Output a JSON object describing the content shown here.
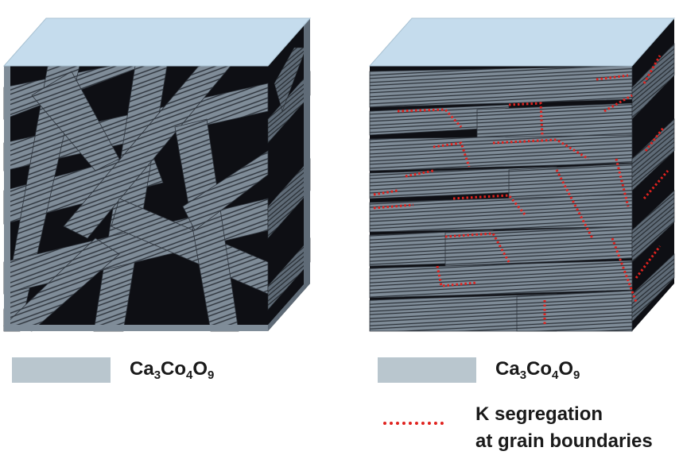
{
  "colors": {
    "top_face": "#c5dced",
    "front_face": "#7f8c98",
    "side_face": "#5f6b77",
    "pore": "#0e0f14",
    "layer_line": "#2d333b",
    "legend_swatch": "#b9c6ce",
    "segregation": "#e0221e"
  },
  "legend_left": {
    "formula": {
      "main": "Ca",
      "s1": "3",
      "m2": "Co",
      "s2": "4",
      "m3": "O",
      "s3": "9"
    }
  },
  "legend_right": {
    "formula": {
      "main": "Ca",
      "s1": "3",
      "m2": "Co",
      "s2": "4",
      "m3": "O",
      "s3": "9"
    },
    "segregation_line1": "K segregation",
    "segregation_line2": "at grain boundaries"
  }
}
